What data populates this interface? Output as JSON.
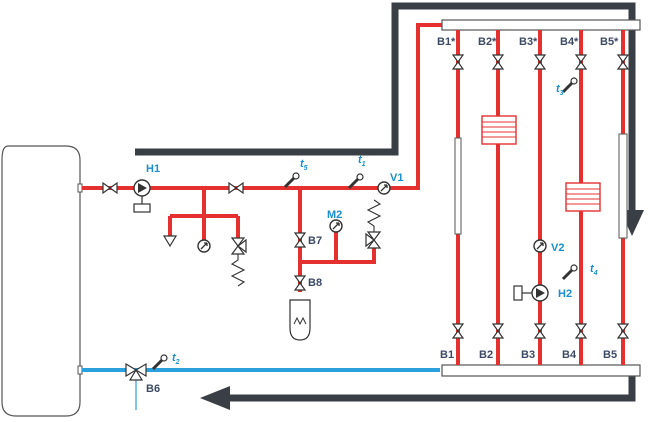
{
  "colors": {
    "supply": "#e53030",
    "return": "#2aa0dc",
    "arrow": "#3a3f45",
    "outline": "#555555",
    "label_dark": "#3c4a66",
    "label_blue": "#1a8fd0"
  },
  "labels": {
    "h1": "H1",
    "h2": "H2",
    "v1": "V1",
    "v2": "V2",
    "m2": "M2",
    "b7": "B7",
    "b8": "B8",
    "b6": "B6",
    "t1": "t",
    "t1_sub": "1",
    "t2": "t",
    "t2_sub": "2",
    "t3": "t",
    "t3_sub": "3",
    "t4": "t",
    "t4_sub": "4",
    "t5": "t",
    "t5_sub": "5"
  },
  "branches_top": [
    "B1*",
    "B2*",
    "B3*",
    "B4*",
    "B5*"
  ],
  "branches_bottom": [
    "B1",
    "B2",
    "B3",
    "B4",
    "B5"
  ],
  "icons": [
    "boiler-tank",
    "pump-icon",
    "valve-icon",
    "safety-valve-icon",
    "manometer-icon",
    "thermometer-icon",
    "expansion-vessel-icon",
    "radiator-icon",
    "flow-arrow-icon"
  ]
}
